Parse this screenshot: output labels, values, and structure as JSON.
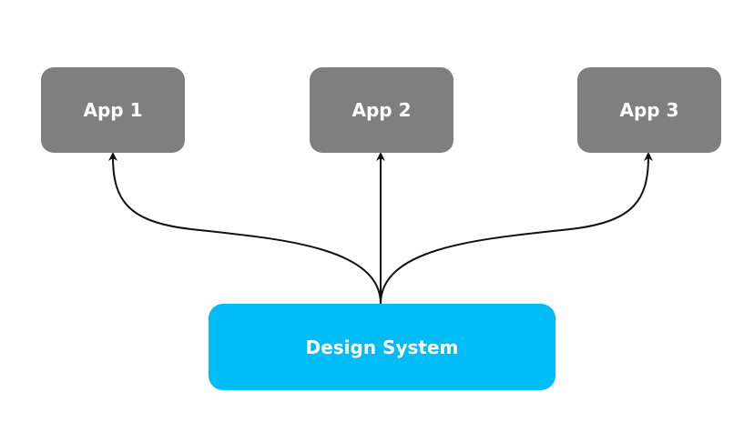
{
  "diagram": {
    "nodes": {
      "app1": {
        "label": "App 1"
      },
      "app2": {
        "label": "App 2"
      },
      "app3": {
        "label": "App 3"
      },
      "design_system": {
        "label": "Design System"
      }
    },
    "edges": [
      {
        "from": "design_system",
        "to": "app1"
      },
      {
        "from": "design_system",
        "to": "app2"
      },
      {
        "from": "design_system",
        "to": "app3"
      }
    ]
  },
  "colors": {
    "app_node": "#7f7f7f",
    "design_system_node": "#00bdf8",
    "connector": "#111111"
  }
}
